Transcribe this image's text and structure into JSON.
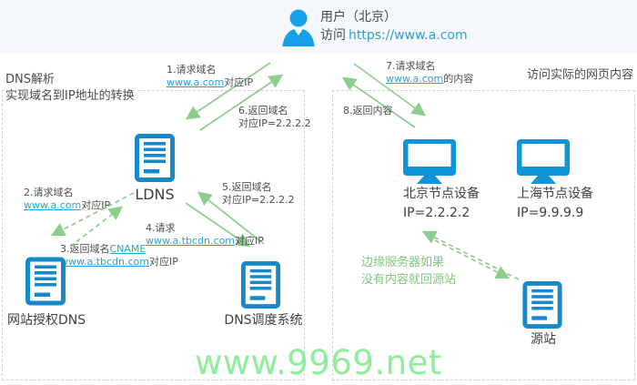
{
  "header": {
    "user_title": "用户（北京）",
    "visit_prefix": "访问",
    "visit_url": "https://www.a.com"
  },
  "dns_section": {
    "title_line1": "DNS解析",
    "title_line2": "实现域名到IP地址的转换"
  },
  "web_section": {
    "title": "访问实际的网页内容"
  },
  "nodes": {
    "ldns": {
      "label": "LDNS"
    },
    "auth_dns": {
      "label": "网站授权DNS"
    },
    "dns_scheduler": {
      "label": "DNS调度系统"
    },
    "beijing_node": {
      "label": "北京节点设备",
      "ip": "IP=2.2.2.2"
    },
    "shanghai_node": {
      "label": "上海节点设备",
      "ip": "IP=9.9.9.9"
    },
    "origin": {
      "label": "源站"
    }
  },
  "steps": {
    "s1": {
      "line1": "1.请求域名",
      "link": "www.a.com",
      "suffix": "对应IP"
    },
    "s2": {
      "line1": "2.请求域名",
      "link": "www.a.com",
      "suffix": "对应IP"
    },
    "s3": {
      "prefix": "3.返回域名",
      "link1": "CNAME",
      "link2": "www.a.tbcdn.com",
      "suffix": "对应IP"
    },
    "s4": {
      "line1": "4.请求",
      "link": "www.a.tbcdn.com",
      "suffix": "对应IP"
    },
    "s5": {
      "line1": "5.返回域名",
      "line2": "对应IP=2.2.2.2"
    },
    "s6": {
      "line1": "6.返回域名",
      "line2": "对应IP=2.2.2.2"
    },
    "s7": {
      "line1": "7.请求域名",
      "link": "www.a.com",
      "suffix": "的内容"
    },
    "s8": {
      "line1": "8.返回内容"
    }
  },
  "notes": {
    "line1": "边缘服务器如果",
    "line2": "没有内容就回源站"
  },
  "watermark": {
    "text": "www.9969.net"
  },
  "colors": {
    "server_icon_blue": "#1788c9",
    "monitor_icon_blue": "#1095d8",
    "user_icon_blue": "#18a0e8",
    "arrow_green": "#8bcd8b",
    "note_green": "#7dc87d",
    "link_blue": "#2e9fd6",
    "watermark_green": "#8fee9b",
    "header_bg": "#f5f8fa"
  }
}
